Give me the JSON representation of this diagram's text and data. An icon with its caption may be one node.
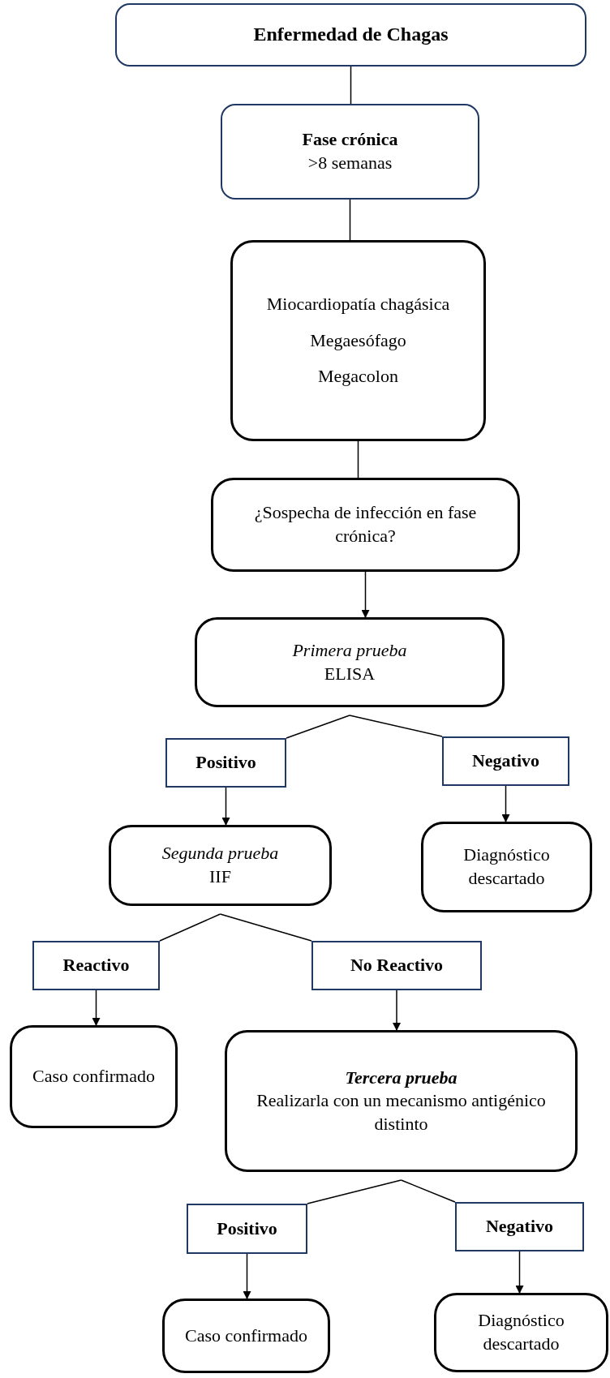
{
  "diagram": {
    "nodes": [
      {
        "text": [
          "Enfermedad de Chagas"
        ]
      },
      {
        "text": [
          "Fase crónica",
          ">8 semanas"
        ]
      },
      {
        "text": [
          "Miocardiopatía chagásica",
          "Megaesófago",
          "Megacolon"
        ]
      },
      {
        "text": [
          "¿Sospecha de infección en fase crónica?"
        ]
      },
      {
        "text": [
          "Primera prueba",
          "ELISA"
        ]
      },
      {
        "text": [
          "Positivo"
        ]
      },
      {
        "text": [
          "Negativo"
        ]
      },
      {
        "text": [
          "Segunda prueba",
          "IIF"
        ]
      },
      {
        "text": [
          "Diagnóstico descartado"
        ]
      },
      {
        "text": [
          "Reactivo"
        ]
      },
      {
        "text": [
          "No Reactivo"
        ]
      },
      {
        "text": [
          "Caso confirmado"
        ]
      },
      {
        "text": [
          "Tercera prueba",
          "Realizarla con un mecanismo antigénico distinto"
        ]
      },
      {
        "text": [
          "Positivo"
        ]
      },
      {
        "text": [
          "Negativo"
        ]
      },
      {
        "text": [
          "Caso confirmado"
        ]
      },
      {
        "text": [
          "Diagnóstico descartado"
        ]
      }
    ],
    "edges": [
      {
        "from": 0,
        "to": 1,
        "arrow": "none"
      },
      {
        "from": 1,
        "to": 2,
        "arrow": "none"
      },
      {
        "from": 2,
        "to": 3,
        "arrow": "none"
      },
      {
        "from": 3,
        "to": 4,
        "arrow": "to"
      },
      {
        "from": 4,
        "to": 5,
        "arrow": "none"
      },
      {
        "from": 4,
        "to": 6,
        "arrow": "none"
      },
      {
        "from": 5,
        "to": 7,
        "arrow": "to"
      },
      {
        "from": 6,
        "to": 8,
        "arrow": "to"
      },
      {
        "from": 7,
        "to": 9,
        "arrow": "none"
      },
      {
        "from": 7,
        "to": 10,
        "arrow": "none"
      },
      {
        "from": 9,
        "to": 11,
        "arrow": "to"
      },
      {
        "from": 10,
        "to": 12,
        "arrow": "to"
      },
      {
        "from": 12,
        "to": 13,
        "arrow": "none"
      },
      {
        "from": 12,
        "to": 14,
        "arrow": "none"
      },
      {
        "from": 13,
        "to": 15,
        "arrow": "to"
      },
      {
        "from": 14,
        "to": 16,
        "arrow": "to"
      }
    ]
  }
}
